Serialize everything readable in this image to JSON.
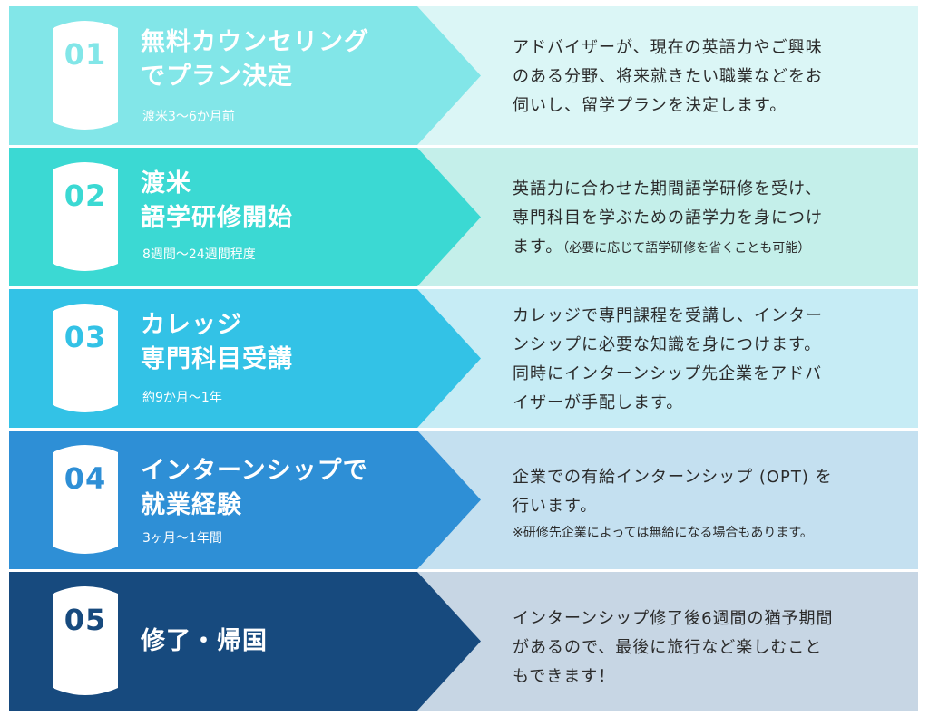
{
  "colors": {
    "step1": {
      "arrow": "#82e6e8",
      "panel": "#dbf6f6",
      "num": "#82e6e8"
    },
    "step2": {
      "arrow": "#3bd9d3",
      "panel": "#c4efea",
      "num": "#3bd9d3"
    },
    "step3": {
      "arrow": "#33c2e6",
      "panel": "#c6ecf5",
      "num": "#33c2e6"
    },
    "step4": {
      "arrow": "#2e8fd6",
      "panel": "#c4e0f0",
      "num": "#2e8fd6"
    },
    "step5": {
      "arrow": "#174a7e",
      "panel": "#c7d6e4",
      "num": "#174a7e"
    }
  },
  "steps": [
    {
      "num": "01",
      "title_lines": [
        "無料カウンセリング",
        "でプラン決定"
      ],
      "subtitle": "渡米3〜6か月前",
      "desc_lines": [
        "アドバイザーが、現在の英語力やご興味",
        "のある分野、将来就きたい職業などをお",
        "伺いし、留学プランを決定します。"
      ]
    },
    {
      "num": "02",
      "title_lines": [
        "渡米",
        "語学研修開始"
      ],
      "subtitle": "8週間〜24週間程度",
      "desc_lines": [
        "英語力に合わせた期間語学研修を受け、",
        "専門科目を学ぶための語学力を身につけ"
      ],
      "desc_last_main": "ます。",
      "desc_last_small": "（必要に応じて語学研修を省くことも可能）"
    },
    {
      "num": "03",
      "title_lines": [
        "カレッジ",
        "専門科目受講"
      ],
      "subtitle": "約9か月〜1年",
      "desc_lines": [
        "カレッジで専門課程を受講し、インター",
        "ンシップに必要な知識を身につけます。",
        "同時にインターンシップ先企業をアドバ",
        "イザーが手配します。"
      ]
    },
    {
      "num": "04",
      "title_lines": [
        "インターンシップで",
        "就業経験"
      ],
      "subtitle": "3ヶ月〜1年間",
      "desc_lines": [
        "企業での有給インターンシップ (OPT) を",
        "行います。"
      ],
      "desc_note": "※研修先企業によっては無給になる場合もあります。"
    },
    {
      "num": "05",
      "title_lines": [
        "修了・帰国"
      ],
      "subtitle": "",
      "desc_lines": [
        "インターンシップ修了後6週間の猶予期間",
        "があるので、最後に旅行など楽しむこと",
        "もできます！"
      ]
    }
  ]
}
